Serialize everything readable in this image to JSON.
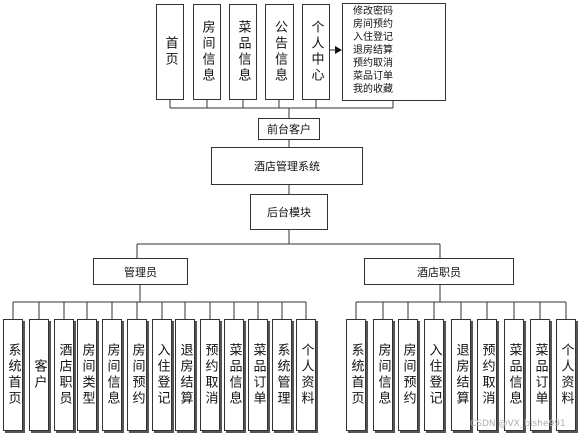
{
  "top_items": [
    "首页",
    "房间信息",
    "菜品信息",
    "公告信息",
    "个人中心"
  ],
  "top_note_lines": [
    "修改密码",
    "房间预约",
    "入住登记",
    "退房结算",
    "预约取消",
    "菜品订单",
    "我的收藏"
  ],
  "frontend_client": "前台客户",
  "system": "酒店管理系统",
  "backend": "后台模块",
  "admin": {
    "label": "管理员",
    "items": [
      "系统首页",
      "客户",
      "酒店职员",
      "房间类型",
      "房间信息",
      "房间预约",
      "入住登记",
      "退房结算",
      "预约取消",
      "菜品信息",
      "菜品订单",
      "系统管理",
      "个人资料"
    ]
  },
  "staff": {
    "label": "酒店职员",
    "items": [
      "系统首页",
      "房间信息",
      "房间预约",
      "入住登记",
      "退房结算",
      "预约取消",
      "菜品信息",
      "菜品订单",
      "个人资料"
    ]
  },
  "watermark": "CSDN @VX_bishe991"
}
